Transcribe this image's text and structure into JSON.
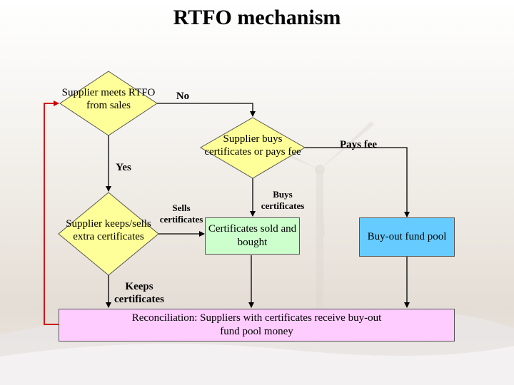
{
  "title": "RTFO mechanism",
  "nodes": {
    "decision_meets": "Supplier meets RTFO from sales",
    "decision_buys": "Supplier buys certificates or pays fee",
    "decision_keeps": "Supplier keeps/sells extra certificates",
    "box_sold_bought": "Certificates sold and bought",
    "box_buyout": "Buy-out fund pool",
    "box_reconciliation": "Reconciliation: Suppliers with certificates receive buy-out fund pool money"
  },
  "edge_labels": {
    "no": "No",
    "yes": "Yes",
    "pays_fee": "Pays fee",
    "buys_certificates": "Buys certificates",
    "sells_certificates": "Sells certificates",
    "keeps_certificates": "Keeps certificates"
  },
  "colors": {
    "decision_fill": "#ffff99",
    "sold_box_fill": "#ccffcc",
    "buyout_fill": "#66ccff",
    "reconciliation_fill": "#ffccff",
    "loop_arrow": "#cc0000"
  }
}
